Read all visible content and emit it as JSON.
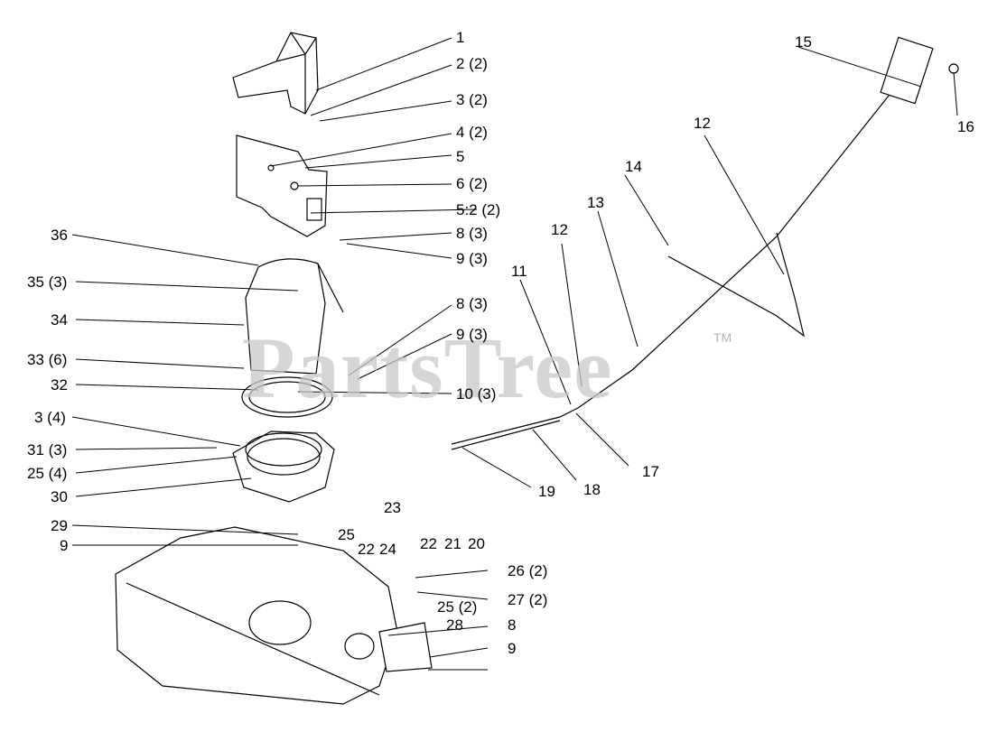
{
  "watermark": {
    "text": "PartsTree",
    "tm": "TM"
  },
  "callouts": {
    "c1": "1",
    "c2": "2 (2)",
    "c3": "3 (2)",
    "c4": "4 (2)",
    "c5": "5",
    "c6": "6 (2)",
    "c5b": "5:2 (2)",
    "c8a": "8 (3)",
    "c9a": "9 (3)",
    "c36": "36",
    "c35": "35 (3)",
    "c34": "34",
    "c8b": "8 (3)",
    "c9b": "9 (3)",
    "c33": "33 (6)",
    "c32": "32",
    "c10": "10 (3)",
    "c3b": "3 (4)",
    "c31": "31 (3)",
    "c25a": "25 (4)",
    "c30": "30",
    "c29": "29",
    "c9c": "9",
    "c25b": "25",
    "c22a": "22",
    "c24": "24",
    "c23": "23",
    "c22b": "22",
    "c21": "21",
    "c20": "20",
    "c19": "19",
    "c18": "18",
    "c17": "17",
    "c11": "11",
    "c12a": "12",
    "c13": "13",
    "c14": "14",
    "c12b": "12",
    "c15": "15",
    "c16": "16",
    "c26": "26 (2)",
    "c27": "27 (2)",
    "c25c": "25 (2)",
    "c28": "28",
    "c8c": "8",
    "c9d": "9"
  }
}
